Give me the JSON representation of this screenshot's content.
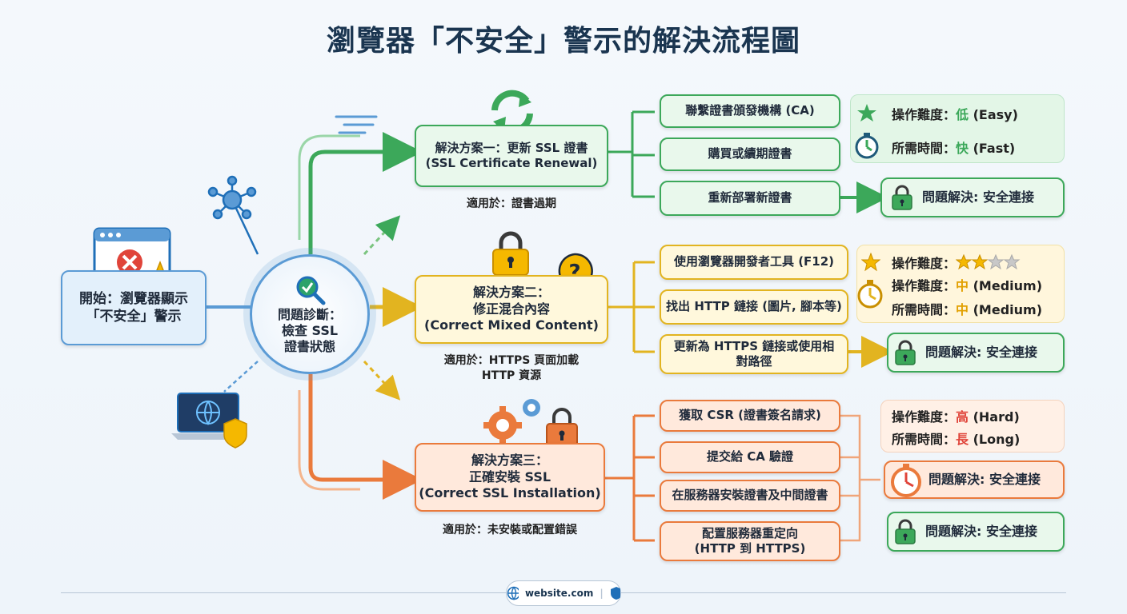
{
  "title": "瀏覽器「不安全」警示的解決流程圖",
  "start": {
    "line1": "開始：瀏覽器顯示",
    "line2": "「不安全」警示"
  },
  "diagnosis": {
    "line1": "問題診斷：",
    "line2": "檢查 SSL",
    "line3": "證書狀態"
  },
  "solutions": [
    {
      "title": "解決方案一：更新 SSL 證書",
      "subtitle": "(SSL Certificate Renewal)",
      "applies": "適用於：證書過期",
      "steps": [
        "聯繫證書頒發機構 (CA)",
        "購買或續期證書",
        "重新部署新證書"
      ],
      "difficulty_label": "操作難度：",
      "difficulty_value": "低",
      "difficulty_suffix": " (Easy)",
      "time_label": "所需時間：",
      "time_value": "快",
      "time_suffix": " (Fast)",
      "resolved": "問題解決: 安全連接"
    },
    {
      "title": "解決方案二：",
      "title2": "修正混合內容",
      "subtitle": "(Correct Mixed Content)",
      "applies": "適用於：HTTPS 頁面加載",
      "applies2": "HTTP 資源",
      "steps": [
        "使用瀏覽器開發者工具 (F12)",
        "找出 HTTP 鏈接 (圖片, 腳本等)",
        "更新為 HTTPS 鏈接或使用相",
        "對路徑"
      ],
      "difficulty_label": "操作難度：",
      "difficulty2_label": "操作難度：",
      "difficulty_value": "中",
      "difficulty_suffix": " (Medium)",
      "time_label": "所需時間：",
      "time_value": "中",
      "time_suffix": " (Medium)",
      "rating": 2,
      "rating_max": 4,
      "resolved": "問題解決: 安全連接"
    },
    {
      "title": "解決方案三：",
      "title2": "正確安裝 SSL",
      "subtitle": "(Correct SSL Installation)",
      "applies": "適用於：未安裝或配置錯誤",
      "steps": [
        "獲取 CSR (證書簽名請求)",
        "提交給 CA 驗證",
        "在服務器安裝證書及中間證書",
        "配置服務器重定向",
        "(HTTP 到 HTTPS)"
      ],
      "difficulty_label": "操作難度：",
      "difficulty_value": "高",
      "difficulty_suffix": " (Hard)",
      "time_label": "所需時間：",
      "time_value": "長",
      "time_suffix": " (Long)",
      "resolved": "問題解決: 安全連接",
      "resolved2": "問題解決: 安全連接"
    }
  ],
  "footer": {
    "site": "website.com"
  },
  "colors": {
    "green": "#3ca85a",
    "yellow": "#e2b420",
    "orange": "#ea7a3c",
    "blue": "#5b9bd5",
    "red": "#e0443a"
  },
  "icons": [
    "refresh-icon",
    "lock-icon",
    "question-bubble-icon",
    "gears-icon",
    "star-icon",
    "stopwatch-icon",
    "browser-error-icon",
    "network-icon",
    "laptop-shield-icon",
    "search-check-icon",
    "globe-icon",
    "shield-icon"
  ]
}
